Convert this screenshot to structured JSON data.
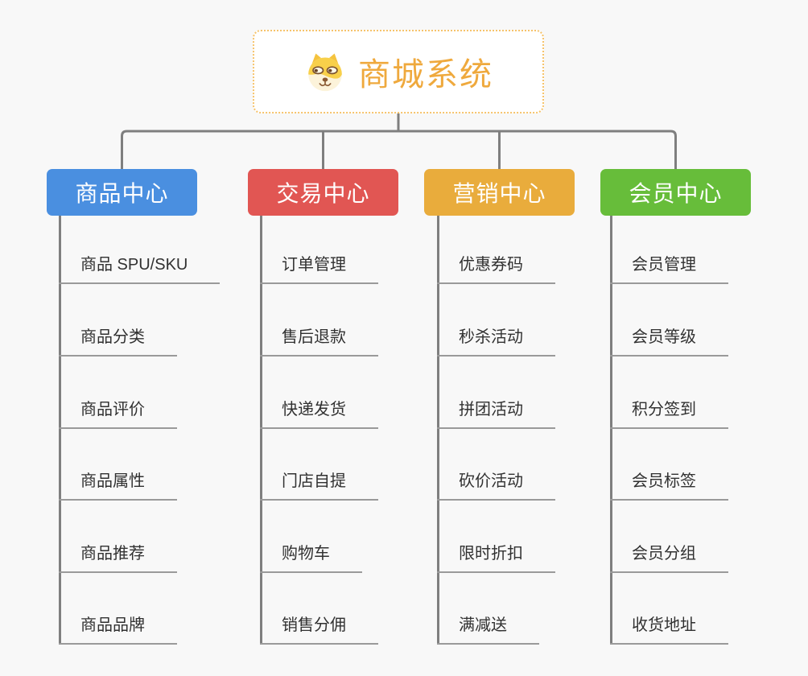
{
  "diagram": {
    "type": "mindmap-tree",
    "background_color": "#f8f8f8",
    "connector_color": "#7f7f7f",
    "underline_color": "#9a9a9a"
  },
  "root": {
    "label": "商城系统",
    "icon": "doge-icon",
    "text_color": "#efa93d",
    "border_color": "#f6c36b"
  },
  "branches": [
    {
      "label": "商品中心",
      "color": "#4a8fe0",
      "children": [
        "商品 SPU/SKU",
        "商品分类",
        "商品评价",
        "商品属性",
        "商品推荐",
        "商品品牌"
      ]
    },
    {
      "label": "交易中心",
      "color": "#e15653",
      "children": [
        "订单管理",
        "售后退款",
        "快递发货",
        "门店自提",
        "购物车",
        "销售分佣"
      ]
    },
    {
      "label": "营销中心",
      "color": "#e9ac3c",
      "children": [
        "优惠券码",
        "秒杀活动",
        "拼团活动",
        "砍价活动",
        "限时折扣",
        "满减送"
      ]
    },
    {
      "label": "会员中心",
      "color": "#67bd3a",
      "children": [
        "会员管理",
        "会员等级",
        "积分签到",
        "会员标签",
        "会员分组",
        "收货地址"
      ]
    }
  ]
}
